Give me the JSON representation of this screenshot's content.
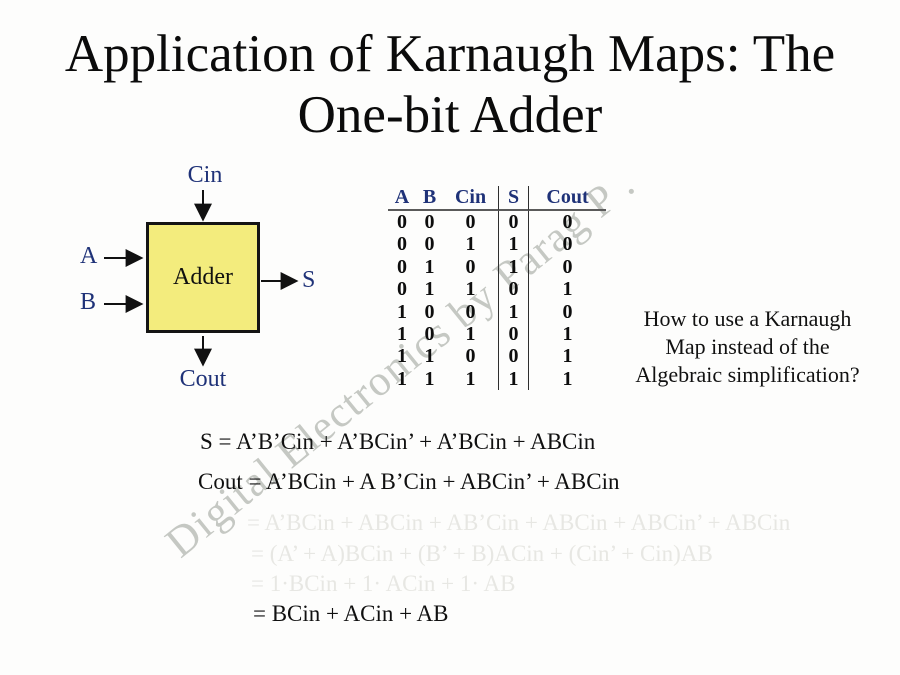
{
  "title": {
    "line1": "Application of Karnaugh Maps: The",
    "line2": "One-bit Adder"
  },
  "diagram": {
    "box_label": "Adder",
    "inputs": {
      "cin": "Cin",
      "a": "A",
      "b": "B"
    },
    "outputs": {
      "s": "S",
      "cout": "Cout"
    }
  },
  "truth_table": {
    "headers": [
      "A",
      "B",
      "Cin",
      "S",
      "Cout"
    ],
    "rows": [
      [
        "0",
        "0",
        "0",
        "0",
        "0"
      ],
      [
        "0",
        "0",
        "1",
        "1",
        "0"
      ],
      [
        "0",
        "1",
        "0",
        "1",
        "0"
      ],
      [
        "0",
        "1",
        "1",
        "0",
        "1"
      ],
      [
        "1",
        "0",
        "0",
        "1",
        "0"
      ],
      [
        "1",
        "0",
        "1",
        "0",
        "1"
      ],
      [
        "1",
        "1",
        "0",
        "0",
        "1"
      ],
      [
        "1",
        "1",
        "1",
        "1",
        "1"
      ]
    ]
  },
  "question": {
    "lines": [
      "How to use a Karnaugh",
      "Map instead of the",
      "Algebraic simplification?"
    ]
  },
  "equations": {
    "s": "S = A’B’Cin + A’BCin’ + A’BCin + ABCin",
    "cout": "Cout = A’BCin + A B’Cin + ABCin’ + ABCin",
    "derivation_faded": [
      "= A’BCin + ABCin + AB’Cin + ABCin + ABCin’ + ABCin",
      "= (A’ + A)BCin + (B’ + B)ACin + (Cin’ + Cin)AB",
      "= 1·BCin + 1· ACin + 1· AB"
    ],
    "final": "= BCin + ACin + AB"
  },
  "watermark": "Digital Electronics by Parag P .",
  "colors": {
    "label_blue": "#1f3278",
    "box_fill": "#f3ec7d",
    "faded_text": "#e7e7e3",
    "watermark": "#c5c8c3"
  }
}
